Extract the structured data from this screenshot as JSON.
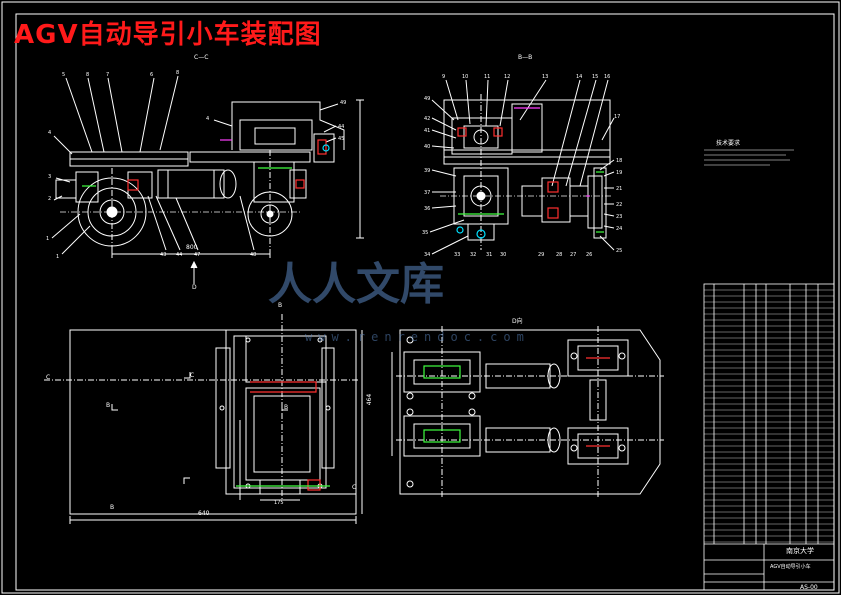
{
  "title": "AGV自动导引小车装配图",
  "watermark": {
    "text": "人人文库",
    "url": "www.renrendoc.com"
  },
  "colors": {
    "background": "#000000",
    "lines": "#ffffff",
    "title": "#ff1a1a",
    "frame": "#ffff00",
    "watermark": "#5a86c0"
  },
  "views": {
    "section_cc": "C—C",
    "section_bb": "B—B",
    "view_d": "D向"
  },
  "section_marks": {
    "b": "B",
    "c": "C",
    "d": "D"
  },
  "dimensions": {
    "d800": "800",
    "d640": "640",
    "d464": "464",
    "d175": "175"
  },
  "tech_requirements": "技术要求",
  "title_block": {
    "school": "南京大学",
    "name": "AGV自动导引小车",
    "drawing_no": "AS-00"
  }
}
